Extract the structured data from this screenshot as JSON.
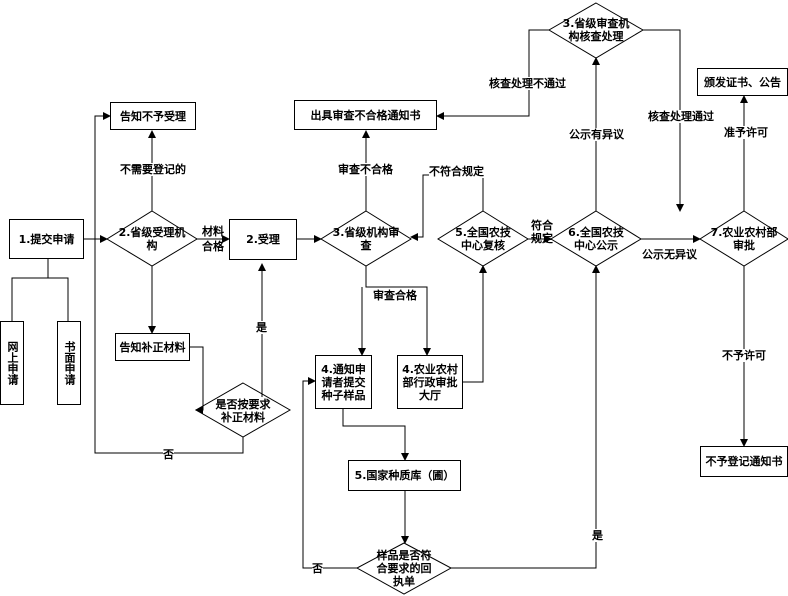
{
  "nodes": {
    "submit": "1.提交申请",
    "online": "网上申请",
    "paper": "书面申请",
    "provincial_accept": "2.省级受理机构",
    "accept": "2.受理",
    "not_accept_notice": "告知不予受理",
    "supplement_notice": "告知补正材料",
    "supplement_check": "是否按要求补正材料",
    "provincial_review": "3.省级机构审查",
    "unqualified_notice": "出具审查不合格通知书",
    "notify_sample": "4.通知申请者提交种子样品",
    "moa_hall": "4.农业农村部行政审批大厅",
    "germplasm_bank": "5.国家种质库（圃）",
    "sample_check": "样品是否符合要求的回执单",
    "national_recheck": "5.全国农技中心复核",
    "national_publicity": "6.全国农技中心公示",
    "provincial_verify": "3.省级审查机构核查处理",
    "moa_approve": "7.农业农村部审批",
    "issue_cert": "颁发证书、公告",
    "no_register_notice": "不予登记通知书"
  },
  "edges": {
    "no_need_register": "不需要登记的",
    "material_ok_1": "材料",
    "material_ok_2": "合格",
    "yes": "是",
    "no": "否",
    "review_failed": "审查不合格",
    "review_passed": "审查合格",
    "not_compliant": "不符合规定",
    "compliant_1": "符合",
    "compliant_2": "规定",
    "publicity_objection": "公示有异议",
    "verify_failed": "核查处理不通过",
    "verify_passed": "核查处理通过",
    "publicity_no_objection": "公示无异议",
    "grant_permit": "准予许可",
    "deny_permit": "不予许可",
    "sample_yes": "是",
    "sample_no": "否"
  }
}
